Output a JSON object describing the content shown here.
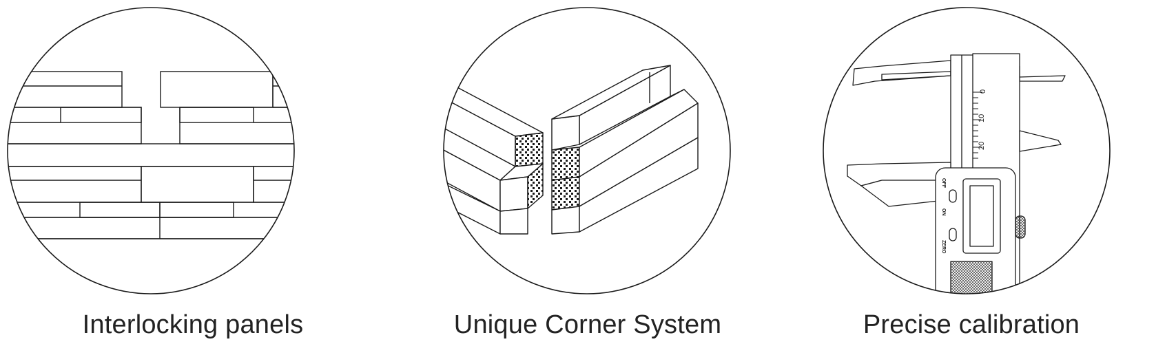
{
  "colors": {
    "line": "#1a1a1a",
    "text": "#222222",
    "background": "#ffffff"
  },
  "features": [
    {
      "caption": "Interlocking panels",
      "icon": "interlocking-panels-icon"
    },
    {
      "caption": "Unique Corner System",
      "icon": "corner-system-icon"
    },
    {
      "caption": "Precise calibration",
      "icon": "caliper-icon"
    }
  ],
  "caliper": {
    "scale_labels": [
      "0",
      "10",
      "20"
    ],
    "button_labels": [
      "OFF",
      "ON",
      "ZERO"
    ]
  }
}
